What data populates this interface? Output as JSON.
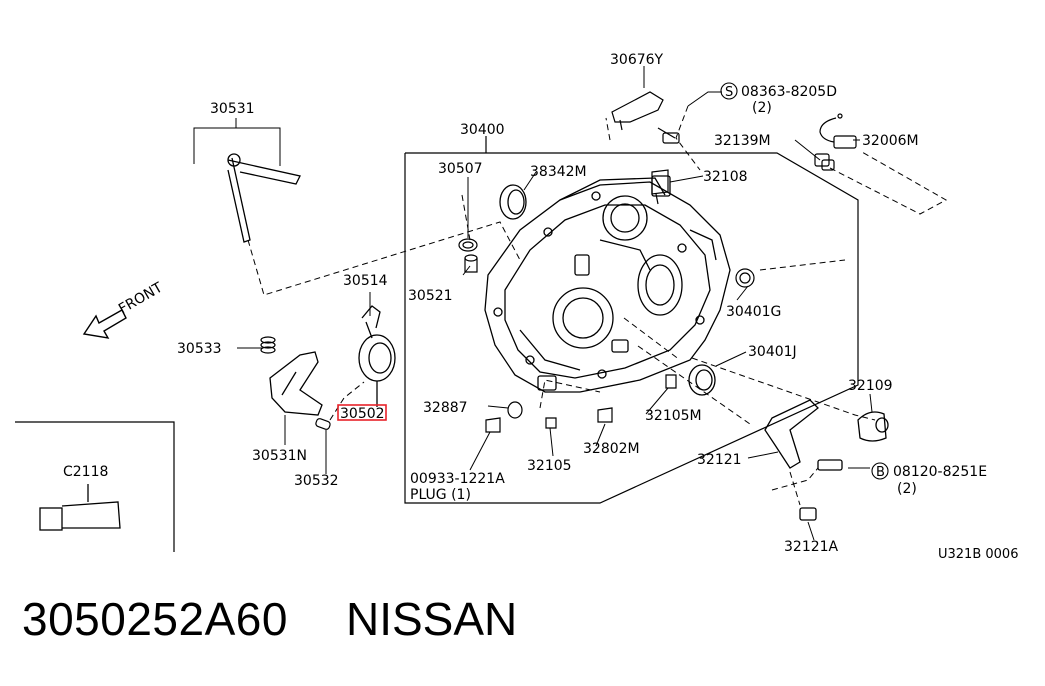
{
  "diagram": {
    "front_label": "FRONT",
    "diagram_code": "U321B 0006",
    "callouts": {
      "c30531": "30531",
      "c30400": "30400",
      "c30676Y": "30676Y",
      "c08363": "08363-8205D",
      "c08363_qty": "(2)",
      "c32139M": "32139M",
      "c32006M": "32006M",
      "c30507": "30507",
      "c38342M": "38342M",
      "c32108": "32108",
      "c30514": "30514",
      "c30521": "30521",
      "c30401G": "30401G",
      "c30533": "30533",
      "c30401J": "30401J",
      "c32109": "32109",
      "c30502": "30502",
      "c32887": "32887",
      "c32105M": "32105M",
      "c32802M": "32802M",
      "c30531N": "30531N",
      "c32121": "32121",
      "c08120": "08120-8251E",
      "c08120_qty": "(2)",
      "c32105": "32105",
      "c30532": "30532",
      "c00933": "00933-1221A",
      "c_plug": "PLUG (1)",
      "c32121A": "32121A",
      "cC2118": "C2118"
    },
    "circled_s": "S",
    "circled_b": "B",
    "highlight_color": "#e8222a"
  },
  "part": {
    "number": "3050252A60",
    "brand": "NISSAN"
  }
}
